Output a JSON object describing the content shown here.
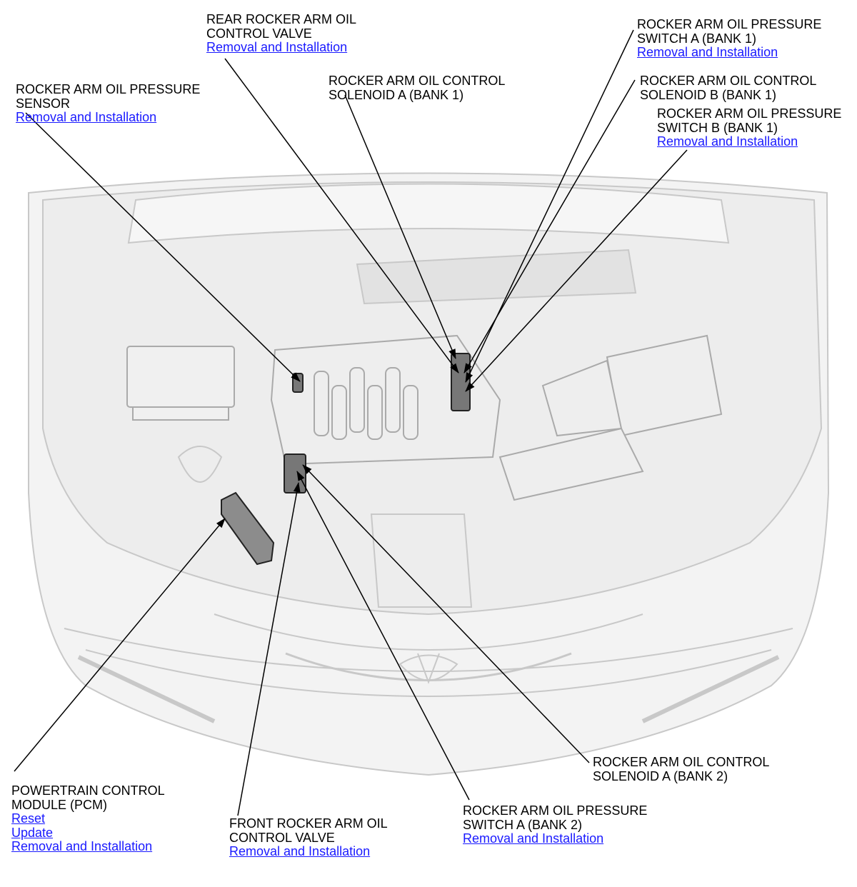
{
  "link_color": "#1a1aff",
  "callouts": {
    "rear_valve": {
      "line1": "REAR ROCKER ARM OIL",
      "line2": "CONTROL VALVE",
      "link1": "Removal and Installation"
    },
    "sensor": {
      "line1": "ROCKER ARM OIL PRESSURE",
      "line2": "SENSOR",
      "link1": "Removal and Installation"
    },
    "solenoid_a_bank1": {
      "line1": "ROCKER ARM OIL CONTROL",
      "line2": "SOLENOID A (BANK 1)"
    },
    "switch_a_bank1": {
      "line1": "ROCKER ARM OIL PRESSURE",
      "line2": "SWITCH A (BANK 1)",
      "link1": "Removal and Installation"
    },
    "solenoid_b_bank1": {
      "line1": "ROCKER ARM OIL CONTROL",
      "line2": "SOLENOID B (BANK 1)"
    },
    "switch_b_bank1": {
      "line1": "ROCKER ARM OIL PRESSURE",
      "line2": "SWITCH B (BANK 1)",
      "link1": "Removal and Installation"
    },
    "pcm": {
      "line1": "POWERTRAIN CONTROL",
      "line2": "MODULE (PCM)",
      "link1": "Reset",
      "link2": "Update",
      "link3": "Removal and Installation"
    },
    "front_valve": {
      "line1": "FRONT ROCKER ARM OIL",
      "line2": "CONTROL VALVE",
      "link1": "Removal and Installation"
    },
    "switch_a_bank2": {
      "line1": "ROCKER ARM OIL PRESSURE",
      "line2": "SWITCH A (BANK 2)",
      "link1": "Removal and Installation"
    },
    "solenoid_a_bank2": {
      "line1": "ROCKER ARM OIL CONTROL",
      "line2": "SOLENOID A (BANK 2)"
    }
  }
}
